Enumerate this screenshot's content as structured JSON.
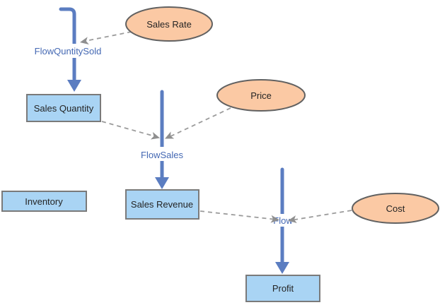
{
  "diagram": {
    "stocks": [
      {
        "id": "sales-quantity",
        "label": "Sales Quantity"
      },
      {
        "id": "inventory",
        "label": "Inventory"
      },
      {
        "id": "sales-revenue",
        "label": "Sales Revenue"
      },
      {
        "id": "profit",
        "label": "Profit"
      }
    ],
    "variables": [
      {
        "id": "sales-rate",
        "label": "Sales Rate"
      },
      {
        "id": "price",
        "label": "Price"
      },
      {
        "id": "cost",
        "label": "Cost"
      }
    ],
    "flows": [
      {
        "id": "flow-quantity-sold",
        "label": "FlowQuntitySold"
      },
      {
        "id": "flow-sales",
        "label": "FlowSales"
      },
      {
        "id": "flow-profit",
        "label": "Flow"
      }
    ],
    "colors": {
      "stock_fill": "#a9d4f4",
      "stock_border": "#7a7a7a",
      "variable_fill": "#fbc9a4",
      "variable_border": "#616161",
      "flow_line": "#5b7dc1",
      "flow_label_text": "#4468b3",
      "influence_line": "#9b9b9b",
      "node_text": "#242424",
      "background": "#ffffff"
    }
  }
}
